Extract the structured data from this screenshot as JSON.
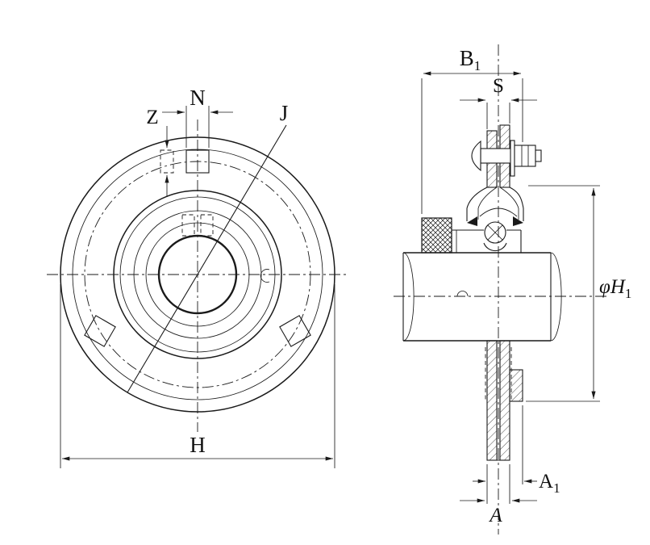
{
  "drawing": {
    "colors": {
      "line": "#1a1a1a",
      "background": "#ffffff"
    }
  },
  "labels": {
    "N": "N",
    "Z": "Z",
    "J": "J",
    "H": "H",
    "S": "S",
    "A": "A",
    "B1": {
      "main": "B",
      "sub": "1"
    },
    "phiH1": {
      "main": "φH",
      "sub": "1"
    },
    "A1": {
      "main": "A",
      "sub": "1"
    }
  }
}
